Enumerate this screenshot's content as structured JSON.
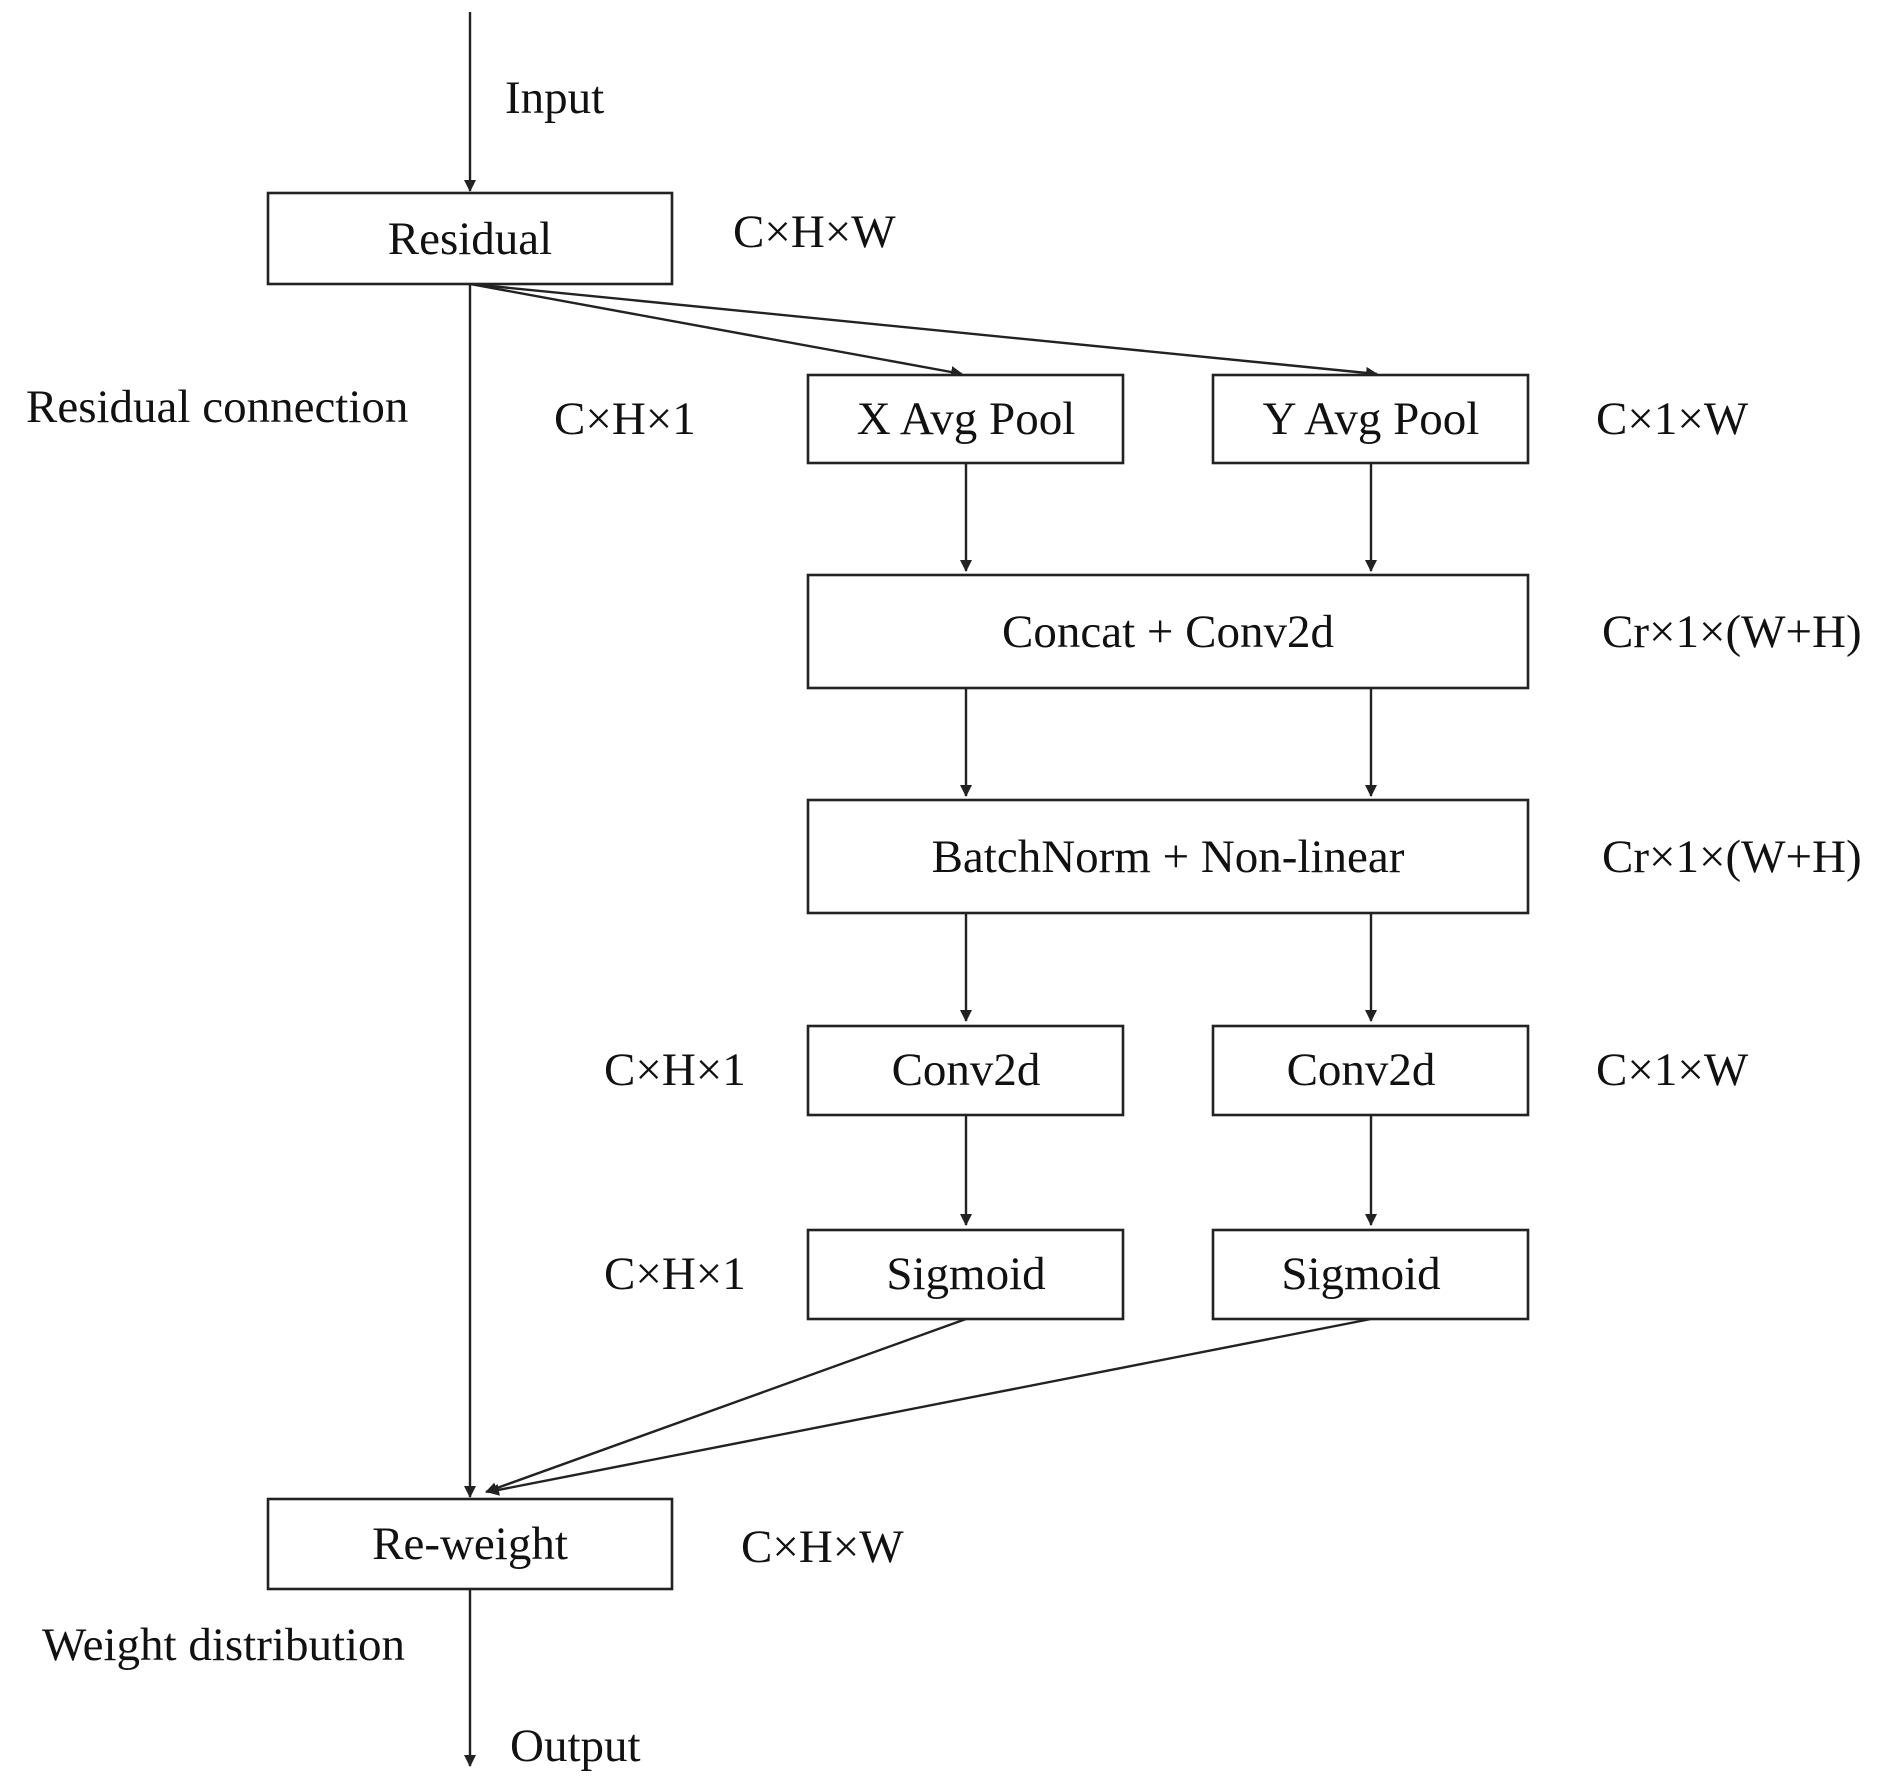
{
  "nodes": {
    "residual": "Residual",
    "x_avg_pool": "X Avg Pool",
    "y_avg_pool": "Y Avg Pool",
    "concat_conv": "Concat + Conv2d",
    "batchnorm": "BatchNorm + Non-linear",
    "conv_left": "Conv2d",
    "conv_right": "Conv2d",
    "sigmoid_left": "Sigmoid",
    "sigmoid_right": "Sigmoid",
    "reweight": "Re-weight"
  },
  "labels": {
    "input": "Input",
    "output": "Output",
    "residual_connection": "Residual connection",
    "weight_distribution": "Weight distribution",
    "residual_dims": "C×H×W",
    "x_pool_dims": "C×H×1",
    "y_pool_dims": "C×1×W",
    "concat_dims": "Cr×1×(W+H)",
    "batchnorm_dims": "Cr×1×(W+H)",
    "conv_left_dims": "C×H×1",
    "conv_right_dims": "C×1×W",
    "sigmoid_left_dims": "C×H×1",
    "reweight_dims": "C×H×W"
  },
  "colors": {
    "stroke": "#222222",
    "text": "#111111",
    "background": "#ffffff"
  }
}
